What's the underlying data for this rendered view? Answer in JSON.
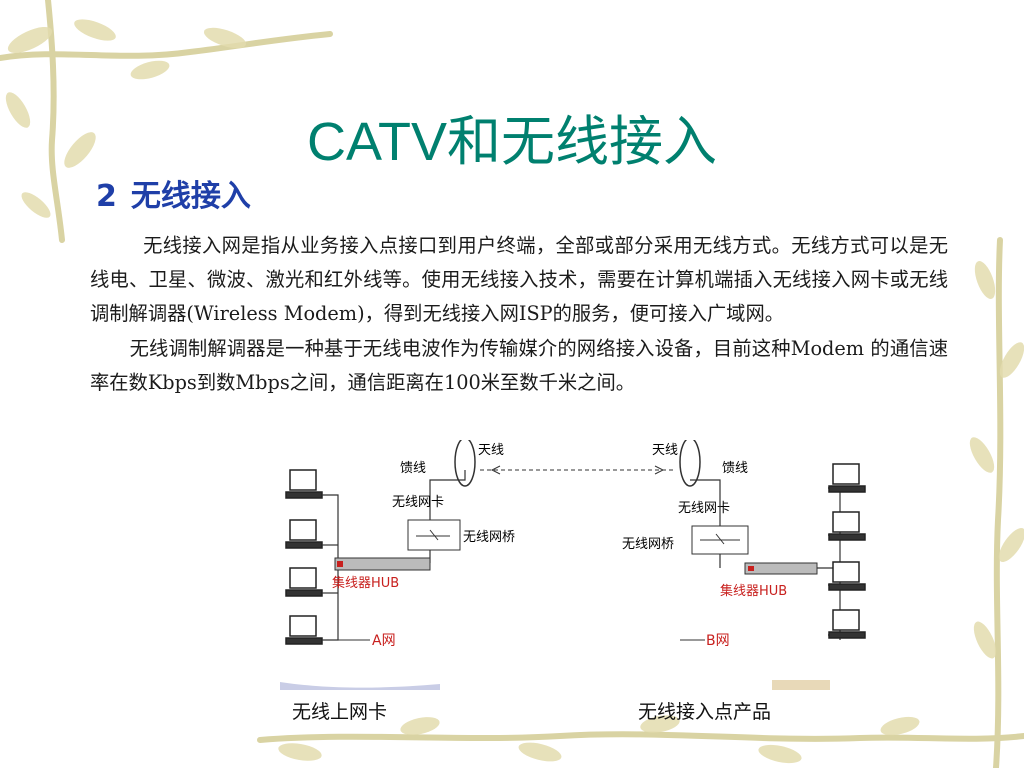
{
  "slide": {
    "title": "CATV和无线接入",
    "subtitle_number": "2",
    "subtitle_text": "无线接入",
    "paragraph1": "无线接入网是指从业务接入点接口到用户终端，全部或部分采用无线方式。无线方式可以是无线电、卫星、微波、激光和红外线等。使用无线接入技术，需要在计算机端插入无线接入网卡或无线调制解调器(Wireless Modem)，得到无线接入网ISP的服务，便可接入广域网。",
    "paragraph2": "无线调制解调器是一种基于无线电波作为传输媒介的网络接入设备，目前这种Modem 的通信速率在数Kbps到数Mbps之间，通信距离在100米至数千米之间。"
  },
  "diagram": {
    "left_antenna": "天线",
    "left_feeder": "馈线",
    "left_nic": "无线网卡",
    "left_bridge": "无线网桥",
    "left_hub": "集线器HUB",
    "left_net": "A网",
    "right_antenna": "天线",
    "right_feeder": "馈线",
    "right_nic": "无线网卡",
    "right_bridge": "无线网桥",
    "right_hub": "集线器HUB",
    "right_net": "B网",
    "hub_label_color": "#c8201e",
    "accent_color": "#00806f"
  },
  "captions": {
    "left": "无线上网卡",
    "right": "无线接入点产品"
  }
}
